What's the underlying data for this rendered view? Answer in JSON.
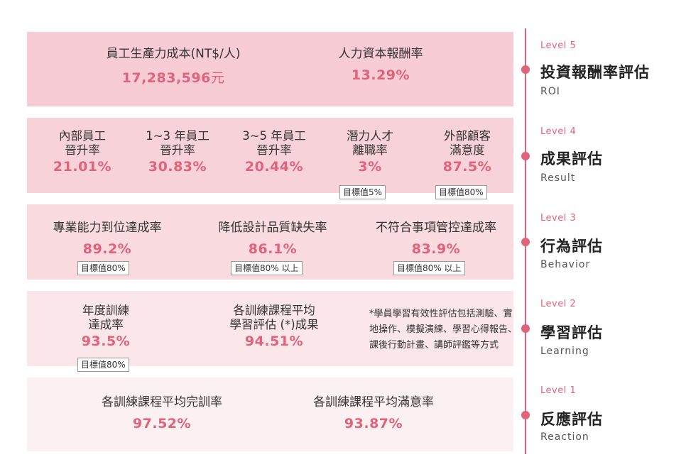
{
  "level5": {
    "level": "Level 5",
    "title": "投資報酬率評估",
    "subtitle": "ROI",
    "m1": {
      "label": "員工生產力成本(NT$/人)",
      "value": "17,283,596",
      "unit": "元"
    },
    "m2": {
      "label": "人力資本報酬率",
      "value": "13.29%"
    }
  },
  "level4": {
    "level": "Level 4",
    "title": "成果評估",
    "subtitle": "Result",
    "m1": {
      "label1": "內部員工",
      "label2": "晉升率",
      "value": "21.01%"
    },
    "m2": {
      "label1": "1~3 年員工",
      "label2": "晉升率",
      "value": "30.83%"
    },
    "m3": {
      "label1": "3~5 年員工",
      "label2": "晉升率",
      "value": "20.44%"
    },
    "m4": {
      "label1": "潛力人才",
      "label2": "離職率",
      "value": "3%",
      "target": "目標值5%"
    },
    "m5": {
      "label1": "外部顧客",
      "label2": "滿意度",
      "value": "87.5%",
      "target": "目標值80%"
    }
  },
  "level3": {
    "level": "Level 3",
    "title": "行為評估",
    "subtitle": "Behavior",
    "m1": {
      "label": "專業能力到位達成率",
      "value": "89.2%",
      "target": "目標值80%"
    },
    "m2": {
      "label": "降低設計品質缺失率",
      "value": "86.1%",
      "target": "目標值80% 以上"
    },
    "m3": {
      "label": "不符合事項管控達成率",
      "value": "83.9%",
      "target": "目標值80% 以上"
    }
  },
  "level2": {
    "level": "Level 2",
    "title": "學習評估",
    "subtitle": "Learning",
    "m1": {
      "label1": "年度訓練",
      "label2": "達成率",
      "value": "93.5%",
      "target": "目標值80%"
    },
    "m2": {
      "label1": "各訓練課程平均",
      "label2": "學習評估 (*)成果",
      "value": "94.51%"
    },
    "note": "*學員學習有效性評估包括測驗、實地操作、模擬演練、學習心得報告、課後行動計畫、講師評鑑等方式"
  },
  "level1": {
    "level": "Level 1",
    "title": "反應評估",
    "subtitle": "Reaction",
    "m1": {
      "label": "各訓練課程平均完訓率",
      "value": "97.52%"
    },
    "m2": {
      "label": "各訓練課程平均滿意率",
      "value": "93.87%"
    }
  },
  "colors": {
    "accent": "#e2627a",
    "level5_bg": "#f7ccd4",
    "level1_bg": "#fcf1f2"
  }
}
